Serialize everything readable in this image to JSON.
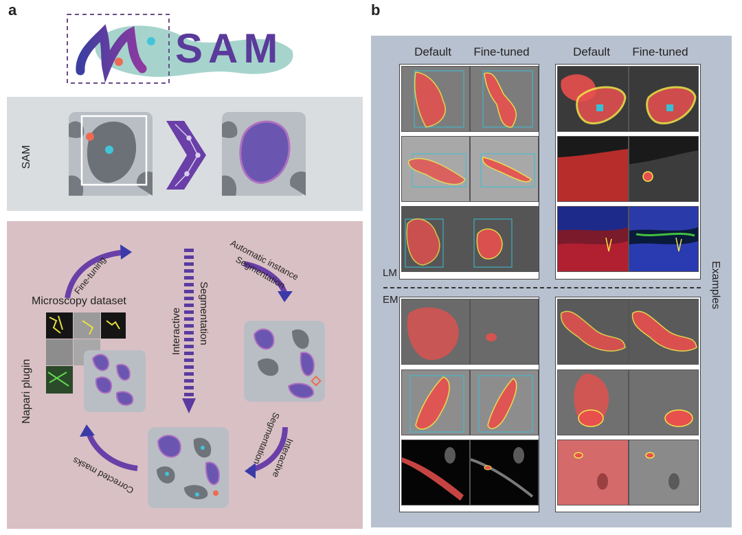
{
  "panels": {
    "a": "a",
    "b": "b"
  },
  "logo": {
    "letters": "SAM"
  },
  "sam_box": {
    "label": "SAM"
  },
  "napari_box": {
    "label": "Napari plugin",
    "fine_tuning": "Fine-tuning",
    "microscopy_dataset": "Microscopy dataset",
    "automatic_line1": "Automatic instance",
    "automatic_line2": "Segmentation",
    "interactive_vertical_1": "Interactive",
    "interactive_vertical_2": "Segmentation",
    "interactive_lower_1": "Interactive",
    "interactive_lower_2": "Segmentation",
    "corrected_masks": "Corrected masks"
  },
  "panel_b": {
    "col_default": "Default",
    "col_finetuned": "Fine-tuned",
    "lm": "LM",
    "em": "EM",
    "examples": "Examples"
  },
  "colors": {
    "sam_bg": "#d9dde0",
    "napari_bg": "#d9c0c4",
    "panel_b_bg": "#b8c1cf",
    "mask_red": "#e8504e",
    "outline_yellow": "#f2e64a",
    "box_cyan": "#36c1d6",
    "arrow_purple": "#6a3fa8"
  }
}
